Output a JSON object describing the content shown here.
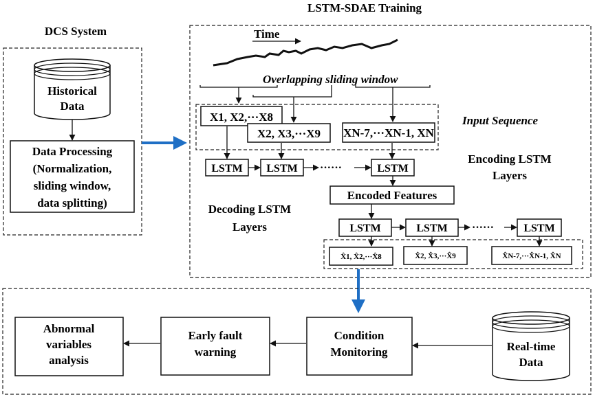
{
  "titles": {
    "dcs": "DCS System",
    "training": "LSTM-SDAE Training"
  },
  "dcs": {
    "db_line1": "Historical",
    "db_line2": "Data",
    "proc_line1": "Data Processing",
    "proc_line2": "(Normalization,",
    "proc_line3": "sliding window,",
    "proc_line4": "data splitting)"
  },
  "training": {
    "time_label": "Time",
    "window_label": "Overlapping sliding window",
    "input_sequence": "Input Sequence",
    "seq1": "X1, X2,···X8",
    "seq2": "X2, X3,···X9",
    "seq3": "XN-7,···XN-1, XN",
    "encoding_line1": "Encoding LSTM",
    "encoding_line2": "Layers",
    "encoded_features": "Encoded Features",
    "decoding_line1": "Decoding LSTM",
    "decoding_line2": "Layers",
    "lstm_label": "LSTM",
    "dots": "······",
    "out1": "X̂1, X̂2,···X̂8",
    "out2": "X̂2, X̂3,···X̂9",
    "out3": "X̂N-7,···X̂N-1, X̂N"
  },
  "monitor": {
    "abnormal_line1": "Abnormal",
    "abnormal_line2": "variables",
    "abnormal_line3": "analysis",
    "warning_line1": "Early fault",
    "warning_line2": "warning",
    "condition_line1": "Condition",
    "condition_line2": "Monitoring",
    "realtime_line1": "Real-time",
    "realtime_line2": "Data"
  },
  "colors": {
    "accent_arrow": "#1f6fc5",
    "stroke": "#111111"
  }
}
